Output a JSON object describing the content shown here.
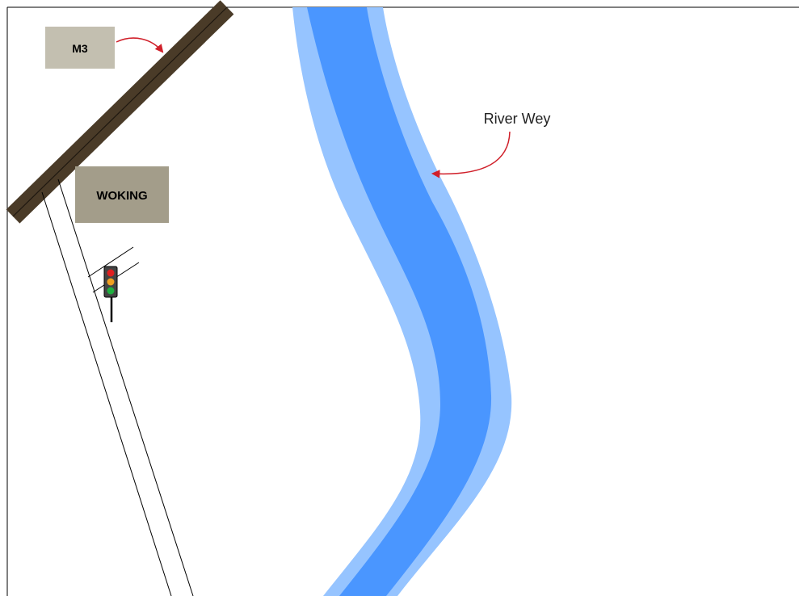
{
  "map": {
    "motorway": {
      "label": "M3",
      "color": "#4a3b28",
      "label_bg": "#c3bfb0"
    },
    "town": {
      "label": "WOKING",
      "label_bg": "#a39d8a"
    },
    "river": {
      "label": "River Wey",
      "inner_color": "#4a96ff",
      "outer_color": "#96c4ff"
    },
    "annotation_arrow_color": "#d0202a",
    "traffic_light": {
      "icon": "traffic-light-icon",
      "lamps": [
        "#e02020",
        "#f0a020",
        "#20b040"
      ]
    }
  }
}
